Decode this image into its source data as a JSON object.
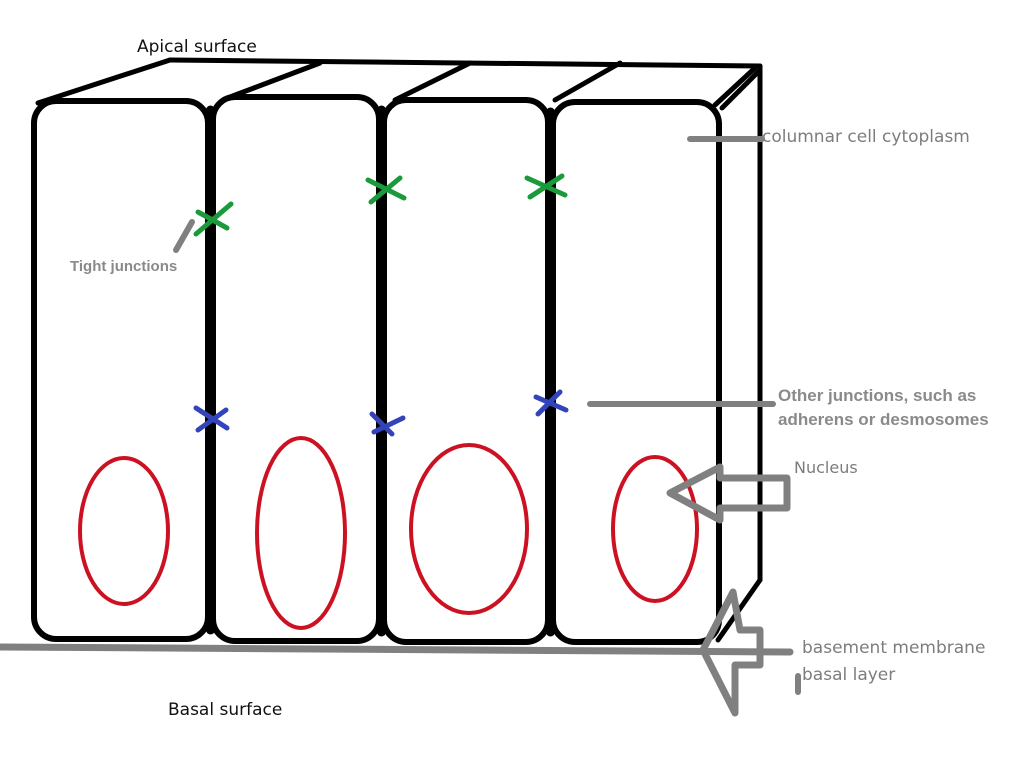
{
  "labels": {
    "apical_surface": "Apical surface",
    "basal_surface": "Basal surface",
    "tight_junctions": "Tight junctions",
    "cytoplasm": "columnar cell cytoplasm",
    "other_junctions_line1": "Other junctions, such as",
    "other_junctions_line2": "adherens or desmosomes",
    "nucleus": "Nucleus",
    "basement_membrane": "basement membrane",
    "basal_layer": "basal layer"
  },
  "colors": {
    "cell_outline": "#000000",
    "nucleus": "#cc1122",
    "tight_junction": "#1a9a3a",
    "other_junction": "#3344bb",
    "pointer": "#808080"
  }
}
